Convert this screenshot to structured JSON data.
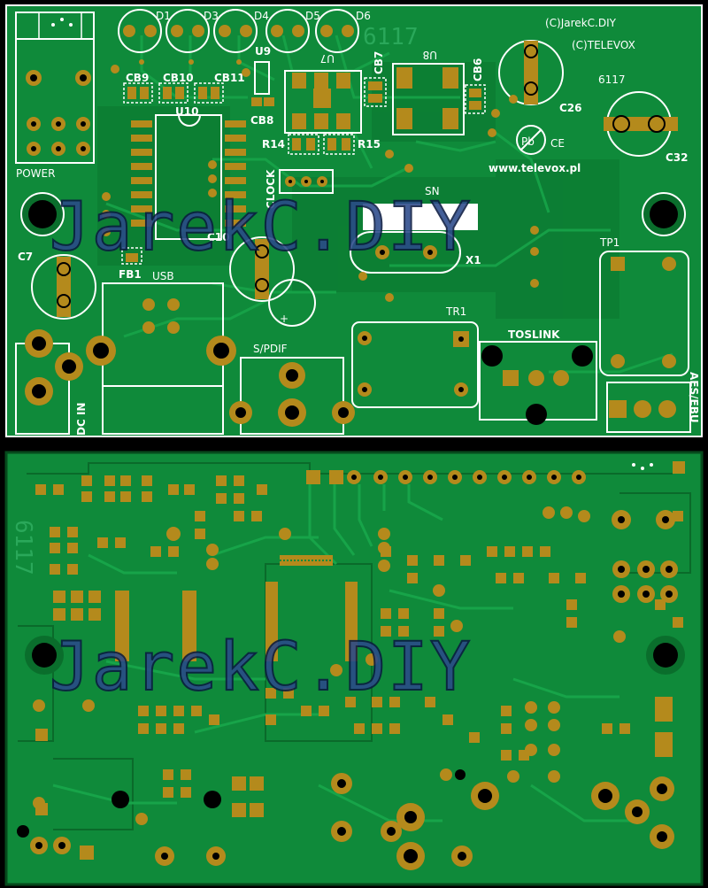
{
  "watermark": "JarekC.DIY",
  "top_board": {
    "copyright_line1": "(C)JarekC.DIY",
    "copyright_line2": "(C)TELEVOX",
    "board_number": "6117",
    "board_number_faded": "6117",
    "website": "www.televox.pl",
    "pb_symbol": "Pb",
    "ce_mark": "CE",
    "sn_label": "SN",
    "labels": {
      "d1": "D1",
      "d3": "D3",
      "d4": "D4",
      "d5": "D5",
      "d6": "D6",
      "u9": "U9",
      "u7": "U7",
      "u8": "U8",
      "u10": "U10",
      "cb9": "CB9",
      "cb10": "CB10",
      "cb11": "CB11",
      "cb8": "CB8",
      "cb7": "CB7",
      "cb6": "CB6",
      "c26": "C26",
      "c32": "C32",
      "c10": "C10",
      "c7": "C7",
      "r14": "R14",
      "r15": "R15",
      "clock": "CLOCK",
      "fb1": "FB1",
      "usb": "USB",
      "power": "POWER",
      "x1": "X1",
      "tp1": "TP1",
      "tr1": "TR1",
      "toslink": "TOSLINK",
      "spdif": "S/PDIF",
      "dc_in": "DC IN",
      "aes_ebu": "AES/EBU",
      "plus": "+"
    }
  },
  "bottom_board": {
    "board_number": "6117"
  },
  "colors": {
    "pcb_green": "#0f8a3a",
    "pcb_dark": "#0a6e2c",
    "trace": "#16a046",
    "pad_gold": "#b48a1c",
    "silk": "#ffffff",
    "watermark": "#2b4a8a"
  }
}
